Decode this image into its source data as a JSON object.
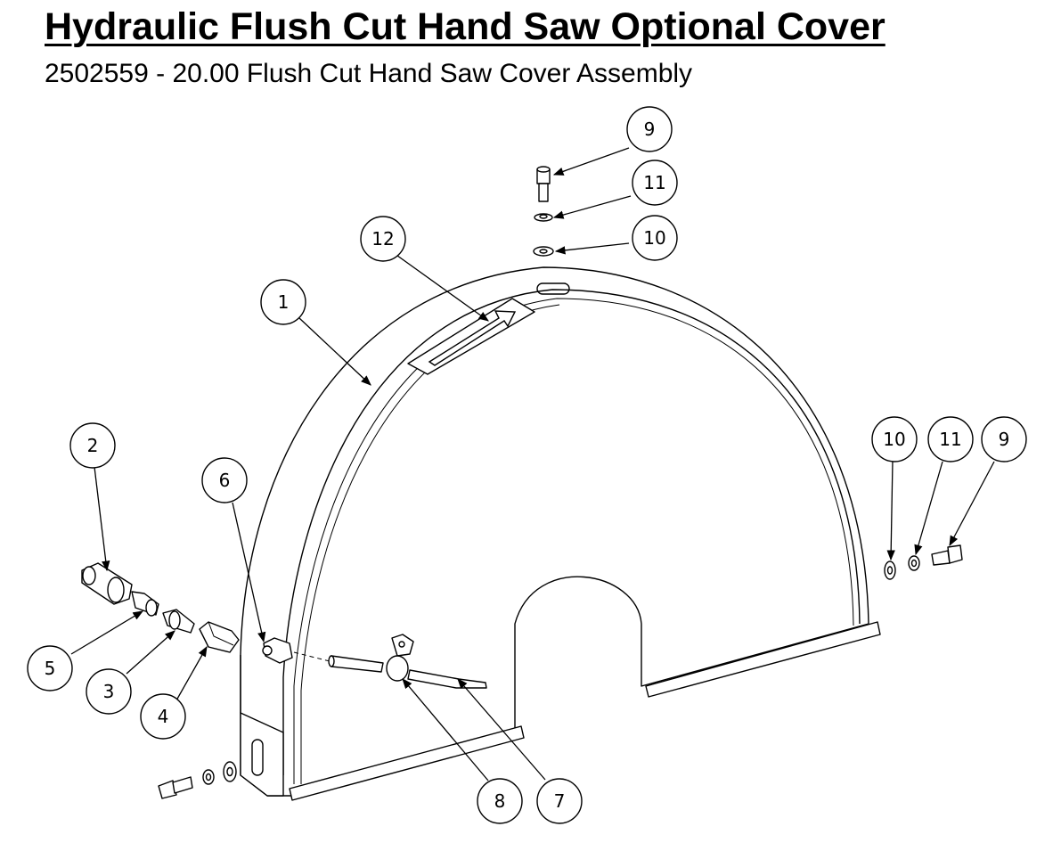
{
  "header": {
    "title": "Hydraulic Flush Cut Hand Saw Optional Cover",
    "subtitle": "2502559 - 20.00 Flush Cut Hand Saw Cover Assembly"
  },
  "callouts": [
    {
      "id": "c1",
      "label": "1"
    },
    {
      "id": "c2",
      "label": "2"
    },
    {
      "id": "c3",
      "label": "3"
    },
    {
      "id": "c4",
      "label": "4"
    },
    {
      "id": "c5",
      "label": "5"
    },
    {
      "id": "c6",
      "label": "6"
    },
    {
      "id": "c7",
      "label": "7"
    },
    {
      "id": "c8",
      "label": "8"
    },
    {
      "id": "c9a",
      "label": "9"
    },
    {
      "id": "c9b",
      "label": "9"
    },
    {
      "id": "c10a",
      "label": "10"
    },
    {
      "id": "c10b",
      "label": "10"
    },
    {
      "id": "c11a",
      "label": "11"
    },
    {
      "id": "c11b",
      "label": "11"
    },
    {
      "id": "c12",
      "label": "12"
    }
  ]
}
